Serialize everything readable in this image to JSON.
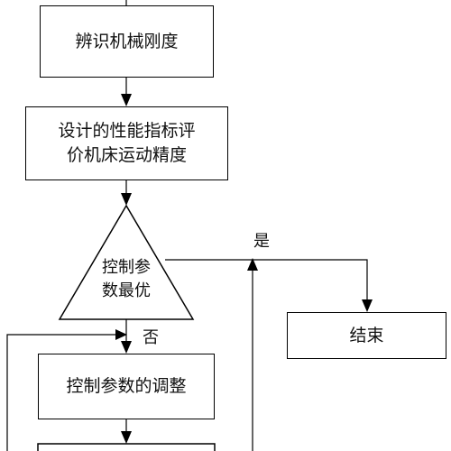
{
  "nodes": {
    "identify": {
      "text": "辨识机械刚度"
    },
    "design": {
      "line1": "设计的性能指标评",
      "line2": "价机床运动精度"
    },
    "decision": {
      "line1": "控制参",
      "line2": "数最优"
    },
    "end": {
      "text": "结束"
    },
    "adjust": {
      "text": "控制参数的调整"
    }
  },
  "edges": {
    "yes_label": "是",
    "no_label": "否"
  }
}
